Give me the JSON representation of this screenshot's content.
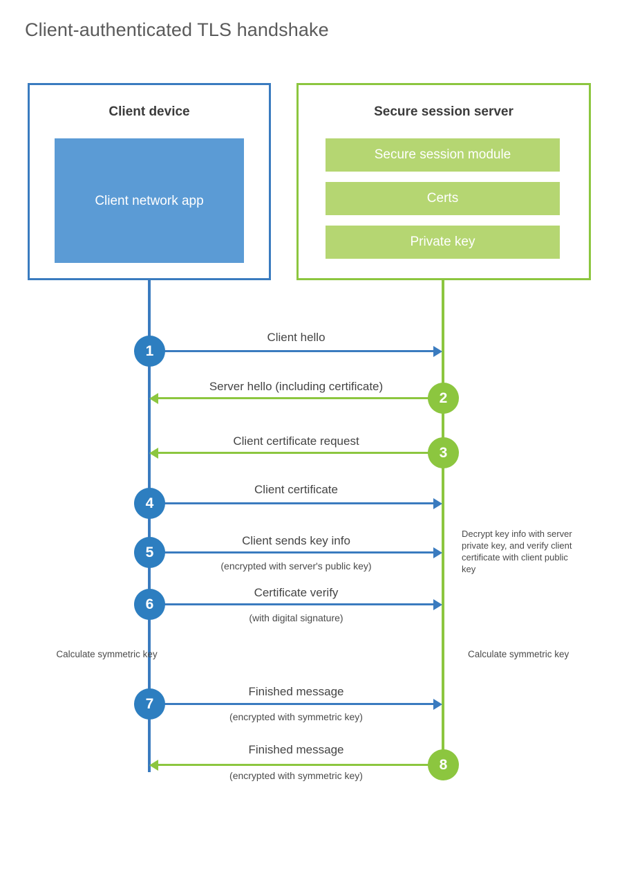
{
  "title": "Client-authenticated TLS handshake",
  "colors": {
    "client_blue": "#3a7bbf",
    "client_app_fill": "#5b9bd5",
    "server_green": "#8cc63f",
    "server_bar_fill": "#b5d672",
    "step_blue": "#2d7ec0",
    "step_green": "#8cc63f",
    "title_text": "#5a5a5a",
    "body_text": "#444444"
  },
  "client": {
    "title": "Client device",
    "app_label": "Client network app"
  },
  "server": {
    "title": "Secure session server",
    "components": [
      "Secure session module",
      "Certs",
      "Private key"
    ]
  },
  "steps": [
    {
      "number": "1",
      "label": "Client hello",
      "sublabel": "",
      "direction": "client-to-server",
      "color": "blue"
    },
    {
      "number": "2",
      "label": "Server hello (including certificate)",
      "sublabel": "",
      "direction": "server-to-client",
      "color": "green"
    },
    {
      "number": "3",
      "label": "Client certificate request",
      "sublabel": "",
      "direction": "server-to-client",
      "color": "green"
    },
    {
      "number": "4",
      "label": "Client certificate",
      "sublabel": "",
      "direction": "client-to-server",
      "color": "blue"
    },
    {
      "number": "5",
      "label": "Client sends key info",
      "sublabel": "(encrypted with server's public key)",
      "direction": "client-to-server",
      "color": "blue"
    },
    {
      "number": "6",
      "label": "Certificate verify",
      "sublabel": "(with digital signature)",
      "direction": "client-to-server",
      "color": "blue"
    },
    {
      "number": "7",
      "label": "Finished message",
      "sublabel": "(encrypted with symmetric key)",
      "direction": "client-to-server",
      "color": "blue"
    },
    {
      "number": "8",
      "label": "Finished message",
      "sublabel": "(encrypted with symmetric key)",
      "direction": "server-to-client",
      "color": "green"
    }
  ],
  "notes": {
    "server_decrypt": "Decrypt key info with server private key, and verify client certificate with client public key",
    "client_calculate": "Calculate symmetric key",
    "server_calculate": "Calculate symmetric key"
  }
}
